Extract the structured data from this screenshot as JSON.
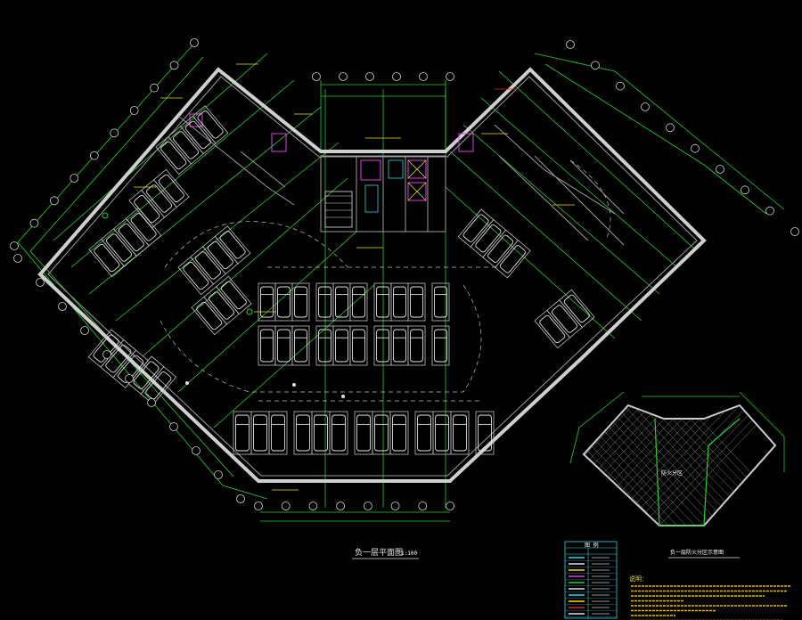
{
  "drawing": {
    "main_plan_title": "负一层平面图",
    "main_plan_scale": "1:100",
    "inset_plan_title": "负一层防火分区示意图",
    "inset_area_label": "防火分区",
    "notes_heading": "说明：",
    "legend_heading": "图 例"
  },
  "colors": {
    "background": "#000000",
    "wall": "#cfcfcf",
    "dimension": "#24d22a",
    "annotation": "#f2e200",
    "accent_magenta": "#e040e0",
    "accent_cyan": "#22d8e8",
    "accent_red": "#e02020"
  }
}
